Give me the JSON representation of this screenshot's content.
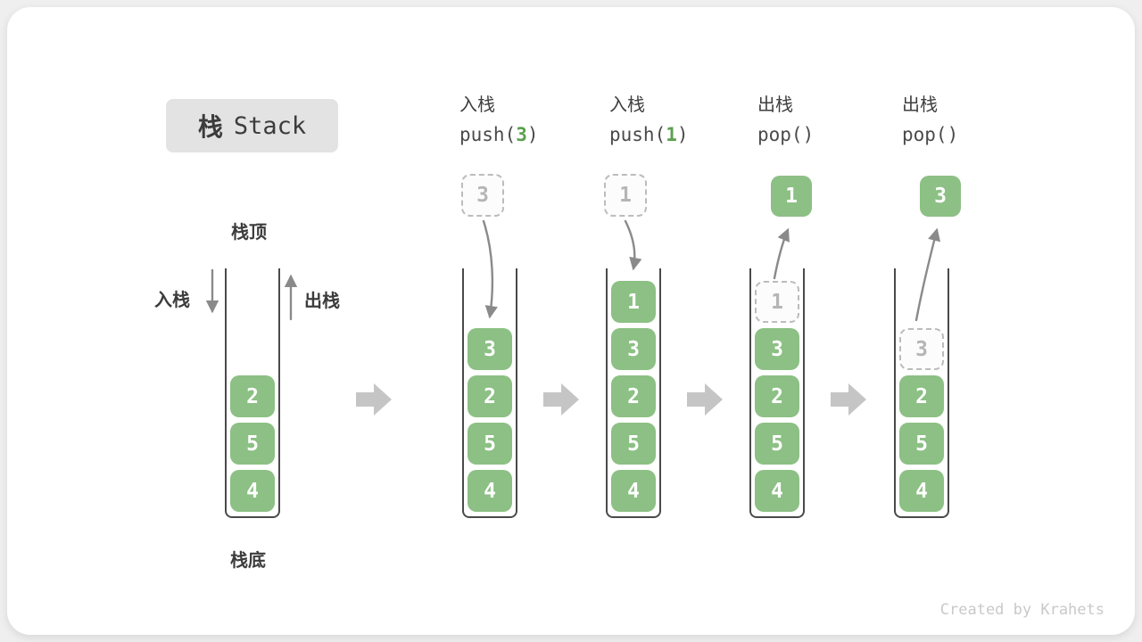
{
  "title": {
    "zh": "栈",
    "en": "Stack"
  },
  "labels": {
    "stack_top": "栈顶",
    "stack_bottom": "栈底",
    "push_side": "入栈",
    "pop_side": "出栈"
  },
  "columns": [
    {
      "name": "initial",
      "cells": [
        {
          "value": "2",
          "kind": "solid"
        },
        {
          "value": "5",
          "kind": "solid"
        },
        {
          "value": "4",
          "kind": "solid"
        }
      ]
    },
    {
      "name": "push-3",
      "header": {
        "op": "入栈",
        "code_pre": "push(",
        "code_num": "3",
        "code_post": ")"
      },
      "floating": {
        "value": "3",
        "kind": "ghost"
      },
      "cells": [
        {
          "value": "3",
          "kind": "solid"
        },
        {
          "value": "2",
          "kind": "solid"
        },
        {
          "value": "5",
          "kind": "solid"
        },
        {
          "value": "4",
          "kind": "solid"
        }
      ]
    },
    {
      "name": "push-1",
      "header": {
        "op": "入栈",
        "code_pre": "push(",
        "code_num": "1",
        "code_post": ")"
      },
      "floating": {
        "value": "1",
        "kind": "ghost"
      },
      "cells": [
        {
          "value": "1",
          "kind": "solid"
        },
        {
          "value": "3",
          "kind": "solid"
        },
        {
          "value": "2",
          "kind": "solid"
        },
        {
          "value": "5",
          "kind": "solid"
        },
        {
          "value": "4",
          "kind": "solid"
        }
      ]
    },
    {
      "name": "pop-first",
      "header": {
        "op": "出栈",
        "code_pre": "pop()",
        "code_num": "",
        "code_post": ""
      },
      "floating": {
        "value": "1",
        "kind": "solid"
      },
      "cells": [
        {
          "value": "1",
          "kind": "ghost"
        },
        {
          "value": "3",
          "kind": "solid"
        },
        {
          "value": "2",
          "kind": "solid"
        },
        {
          "value": "5",
          "kind": "solid"
        },
        {
          "value": "4",
          "kind": "solid"
        }
      ]
    },
    {
      "name": "pop-second",
      "header": {
        "op": "出栈",
        "code_pre": "pop()",
        "code_num": "",
        "code_post": ""
      },
      "floating": {
        "value": "3",
        "kind": "solid"
      },
      "cells": [
        {
          "value": "3",
          "kind": "ghost"
        },
        {
          "value": "2",
          "kind": "solid"
        },
        {
          "value": "5",
          "kind": "solid"
        },
        {
          "value": "4",
          "kind": "solid"
        }
      ]
    }
  ],
  "footer": "Created by Krahets",
  "colors": {
    "box_green": "#8cc084",
    "code_number_green": "#5ba04f",
    "text_dark": "#3c3c3c",
    "ghost_border": "#bcbcbc",
    "ghost_text": "#b5b5b5",
    "curve_arrow": "#8a8a8a",
    "block_arrow": "#c5c5c5",
    "badge_bg": "#e3e3e3",
    "card_bg": "#ffffff",
    "page_bg": "#efefef"
  }
}
